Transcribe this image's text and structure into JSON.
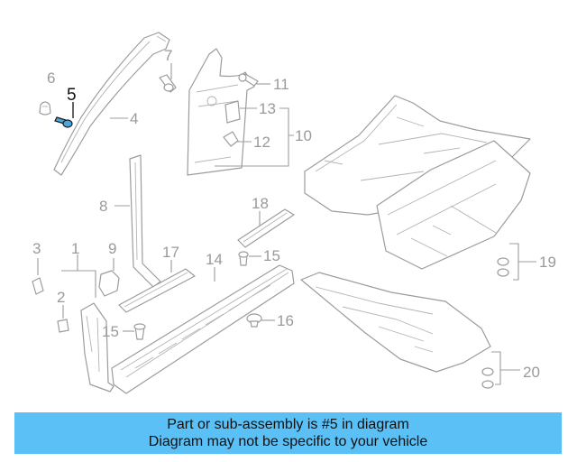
{
  "callouts": {
    "c1": "1",
    "c2": "2",
    "c3": "3",
    "c4": "4",
    "c5": "5",
    "c6": "6",
    "c7": "7",
    "c8": "8",
    "c9": "9",
    "c10": "10",
    "c11": "11",
    "c12": "12",
    "c13": "13",
    "c14": "14",
    "c15a": "15",
    "c15b": "15",
    "c16": "16",
    "c17": "17",
    "c18": "18",
    "c19": "19",
    "c20": "20"
  },
  "highlighted_part": "5",
  "colors": {
    "banner": "#5bc0f5",
    "highlight": "#4aa8e0",
    "line": "#9c9c9c"
  },
  "banner": {
    "line1": "Part or sub-assembly is #5 in diagram",
    "line2": "Diagram may not be specific to your vehicle"
  }
}
